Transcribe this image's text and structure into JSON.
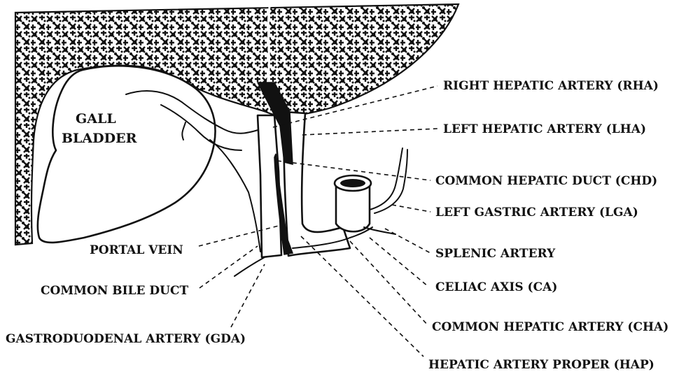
{
  "organ_labels": {
    "gall_line1": "GALL",
    "gall_line2": "BLADDER"
  },
  "labels": {
    "rha": "RIGHT HEPATIC ARTERY (RHA)",
    "lha": "LEFT HEPATIC ARTERY (LHA)",
    "chd": "COMMON HEPATIC DUCT (CHD)",
    "lga": "LEFT GASTRIC ARTERY (LGA)",
    "splenic": "SPLENIC ARTERY",
    "ca": "CELIAC AXIS (CA)",
    "cha": "COMMON HEPATIC ARTERY (CHA)",
    "hap": "HEPATIC ARTERY PROPER (HAP)",
    "portal": "PORTAL VEIN",
    "cbd": "COMMON BILE DUCT",
    "gda": "GASTRODUODENAL ARTERY (GDA)"
  },
  "colors": {
    "ink": "#111111",
    "paper": "#ffffff"
  }
}
